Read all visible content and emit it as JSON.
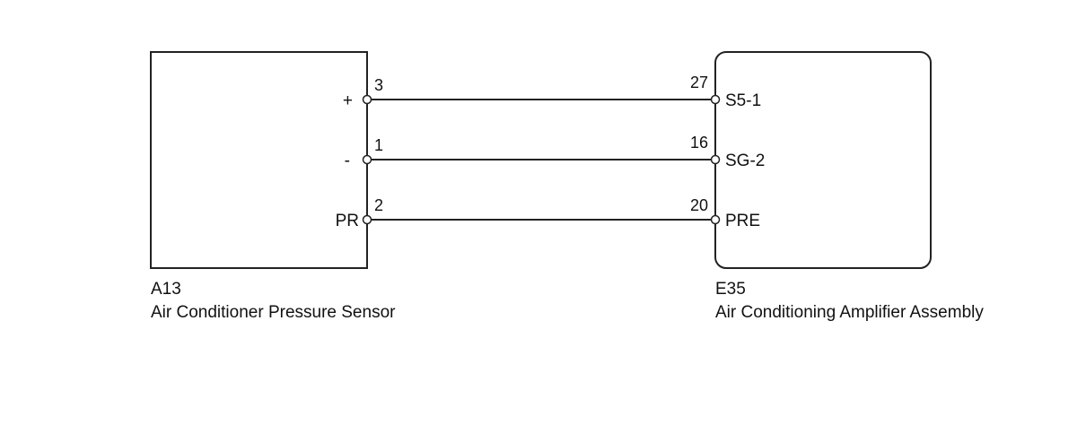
{
  "components": {
    "left": {
      "code": "A13",
      "name": "Air Conditioner Pressure Sensor",
      "signals": [
        "+",
        "-",
        "PR"
      ],
      "pins": [
        "3",
        "1",
        "2"
      ]
    },
    "right": {
      "code": "E35",
      "name": "Air Conditioning Amplifier Assembly",
      "signals": [
        "S5-1",
        "SG-2",
        "PRE"
      ],
      "pins": [
        "27",
        "16",
        "20"
      ]
    }
  },
  "wires": [
    {
      "from_pin": "3",
      "to_pin": "27"
    },
    {
      "from_pin": "1",
      "to_pin": "16"
    },
    {
      "from_pin": "2",
      "to_pin": "20"
    }
  ]
}
